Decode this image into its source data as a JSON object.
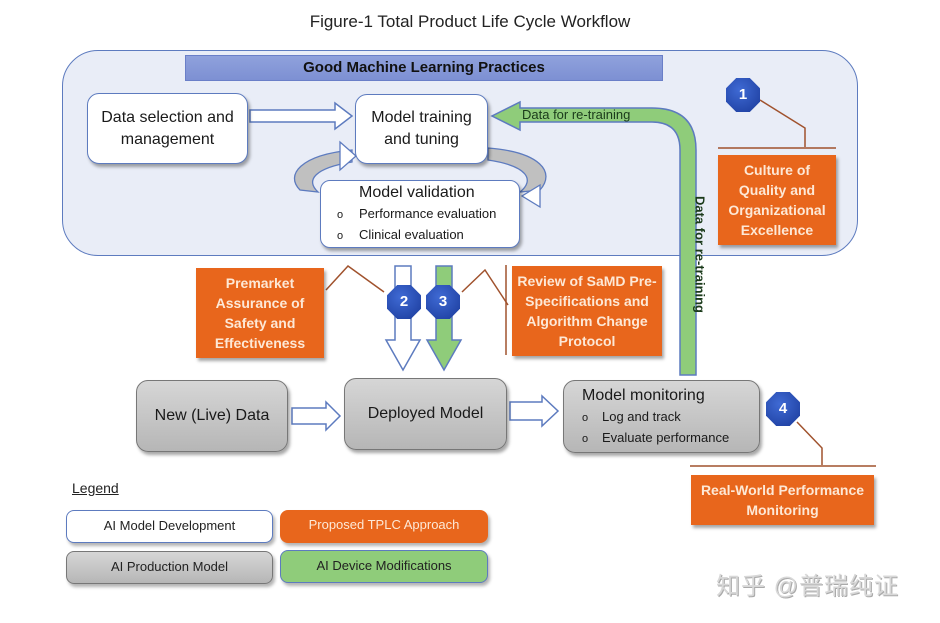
{
  "title": "Figure-1 Total Product Life Cycle Workflow",
  "colors": {
    "panel_bg": "#e9edf7",
    "panel_border": "#5d7bbf",
    "header_bar": "#8fa1dc",
    "orange": "#e8661c",
    "green": "#8fcc7a",
    "gray": "#c4c4c4",
    "badge_blue": "#1f44b0"
  },
  "gmlp": {
    "header": "Good Machine Learning Practices",
    "data_selection": [
      "Data selection and",
      "management"
    ],
    "model_training": [
      "Model training",
      "and tuning"
    ],
    "model_validation": {
      "title": "Model validation",
      "bullets": [
        "Performance evaluation",
        "Clinical evaluation"
      ]
    },
    "retraining_arrow_label": "Data for re-training",
    "retraining_vertical_label": "Data for re-training"
  },
  "badges": [
    {
      "number": "1",
      "label": [
        "Culture of",
        "Quality and",
        "Organizational",
        "Excellence"
      ]
    },
    {
      "number": "2",
      "label": [
        "Premarket",
        "Assurance of",
        "Safety and",
        "Effectiveness"
      ]
    },
    {
      "number": "3",
      "label": [
        "Review of SaMD Pre-",
        "Specifications and",
        "Algorithm Change",
        "Protocol"
      ]
    },
    {
      "number": "4",
      "label": [
        "Real-World Performance",
        "Monitoring"
      ]
    }
  ],
  "production": {
    "new_data": "New (Live) Data",
    "deployed_model": "Deployed Model",
    "monitoring": {
      "title": "Model monitoring",
      "bullets": [
        "Log and track",
        "Evaluate performance"
      ]
    }
  },
  "bullet_glyph": "o",
  "legend": {
    "title": "Legend",
    "items": [
      {
        "label": "AI Model Development",
        "style": "white"
      },
      {
        "label": "Proposed TPLC Approach",
        "style": "orange"
      },
      {
        "label": "AI Production Model",
        "style": "gray"
      },
      {
        "label": "AI Device Modifications",
        "style": "green"
      }
    ]
  },
  "watermark": "知乎 @普瑞纯证"
}
